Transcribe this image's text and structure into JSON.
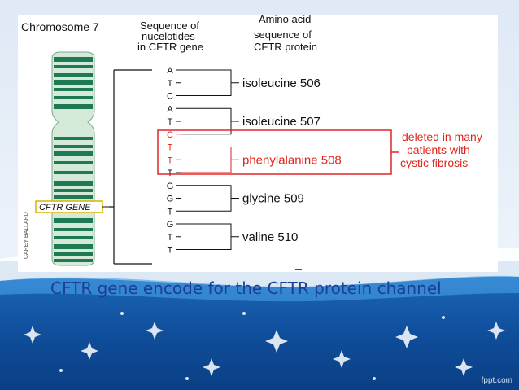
{
  "headers": {
    "chromosome": "Chromosome 7",
    "sequence": [
      "Sequence of",
      "nucelotides",
      "in CFTR gene"
    ],
    "amino": [
      "Amino acid",
      "sequence of",
      "CFTR protein"
    ]
  },
  "gene_label": "CFTR GENE",
  "credit": "CAREY BALLARD",
  "nucleotides": [
    "A",
    "T",
    "C",
    "A",
    "T",
    "C",
    "T",
    "T",
    "T",
    "G",
    "G",
    "T",
    "G",
    "T",
    "T"
  ],
  "deleted_nucleotide_indices": [
    5,
    6,
    7
  ],
  "amino_acids": [
    {
      "label": "isoleucine 506",
      "deleted": false
    },
    {
      "label": "isoleucine 507",
      "deleted": false
    },
    {
      "label": "phenylalanine 508",
      "deleted": true
    },
    {
      "label": "glycine 509",
      "deleted": false
    },
    {
      "label": "valine 510",
      "deleted": false
    }
  ],
  "deletion_note": [
    "deleted in many",
    "patients with",
    "cystic fibrosis"
  ],
  "caption": "CFTR gene encode for the CFTR protein channel",
  "watermark": "fppt.com",
  "colors": {
    "deleted": "#e0261c",
    "box": "#e0262a",
    "chromosome_band": "#1d7a55",
    "chromosome_light": "#d4e9d8",
    "caption": "#1b3f96"
  }
}
